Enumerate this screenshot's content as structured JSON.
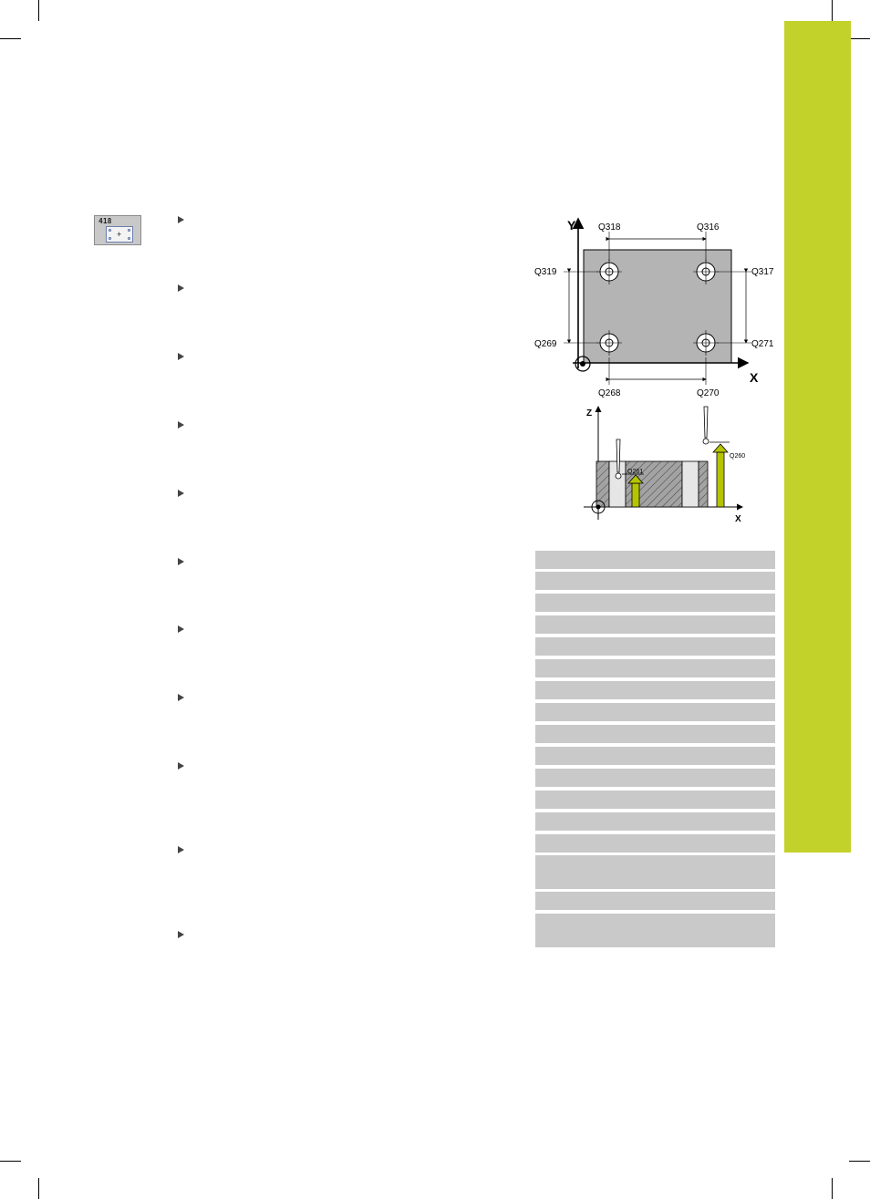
{
  "colors": {
    "side_tab": "#c3d12b",
    "arrow_green": "#b5c400",
    "workpiece_gray": "#b4b4b4",
    "hatch_gray": "#8a8a8a",
    "table_bar": "#c9c9c9"
  },
  "cycle_icon": {
    "number": "418",
    "symbol": "crosshair-icon"
  },
  "top_figure": {
    "axis_y": "Y",
    "axis_x": "X",
    "labels": {
      "q318": "Q318",
      "q316": "Q316",
      "q319": "Q319",
      "q317": "Q317",
      "q269": "Q269",
      "q271": "Q271",
      "q268": "Q268",
      "q270": "Q270"
    }
  },
  "bottom_figure": {
    "axis_z": "Z",
    "axis_x": "X",
    "labels": {
      "q261": "Q261",
      "q260": "Q260"
    }
  }
}
